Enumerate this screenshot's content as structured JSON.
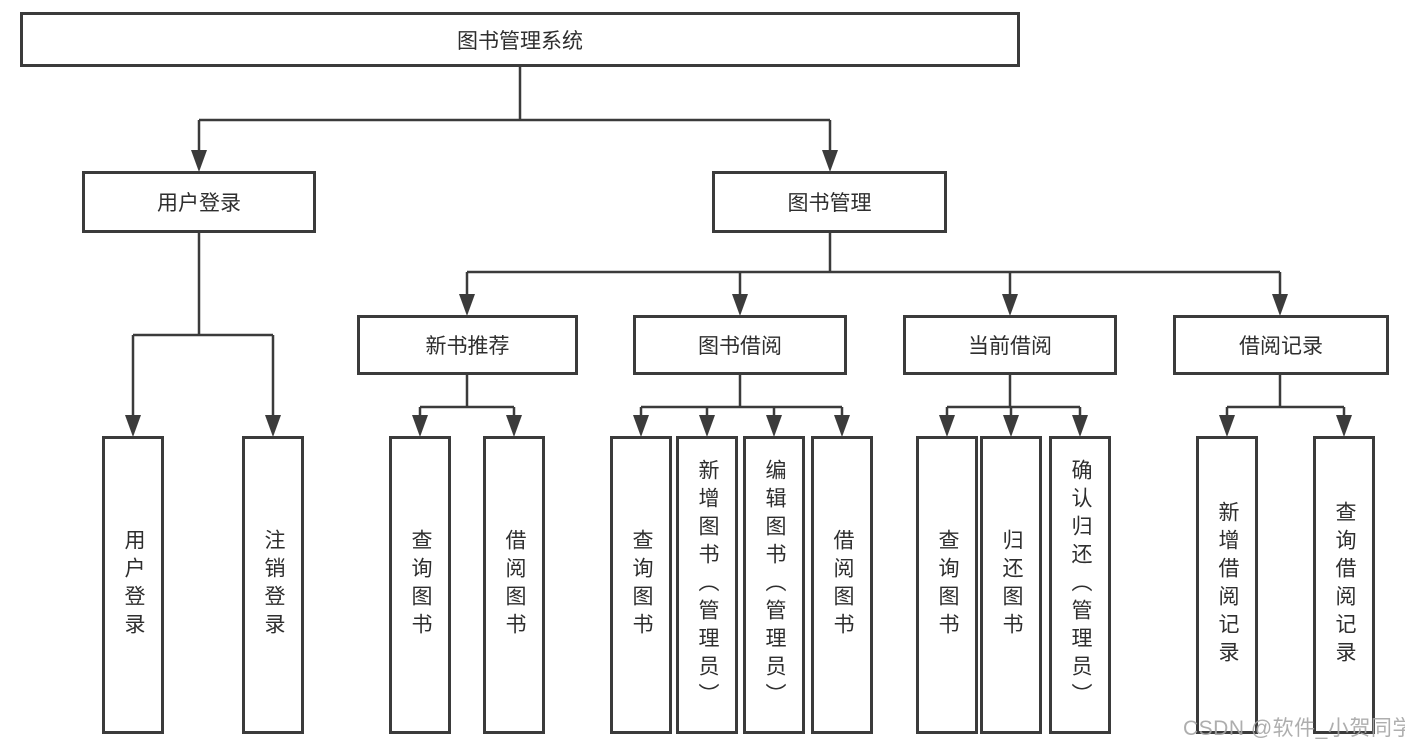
{
  "tree": {
    "label": "图书管理系统",
    "children": [
      {
        "label": "用户登录",
        "children": [
          {
            "label": "用户登录"
          },
          {
            "label": "注销登录"
          }
        ]
      },
      {
        "label": "图书管理",
        "children": [
          {
            "label": "新书推荐",
            "children": [
              {
                "label": "查询图书"
              },
              {
                "label": "借阅图书"
              }
            ]
          },
          {
            "label": "图书借阅",
            "children": [
              {
                "label": "查询图书"
              },
              {
                "label": "新增图书（管理员）"
              },
              {
                "label": "编辑图书（管理员）"
              },
              {
                "label": "借阅图书"
              }
            ]
          },
          {
            "label": "当前借阅",
            "children": [
              {
                "label": "查询图书"
              },
              {
                "label": "归还图书"
              },
              {
                "label": "确认归还（管理员）"
              }
            ]
          },
          {
            "label": "借阅记录",
            "children": [
              {
                "label": "新增借阅记录"
              },
              {
                "label": "查询借阅记录"
              }
            ]
          }
        ]
      }
    ]
  },
  "watermark": {
    "text": "CSDN @软件_小贺同学"
  },
  "colors": {
    "line": "#3b3b3b",
    "text": "#2e2e2e",
    "background": "#ffffff",
    "watermark": "#a6a6a6"
  }
}
